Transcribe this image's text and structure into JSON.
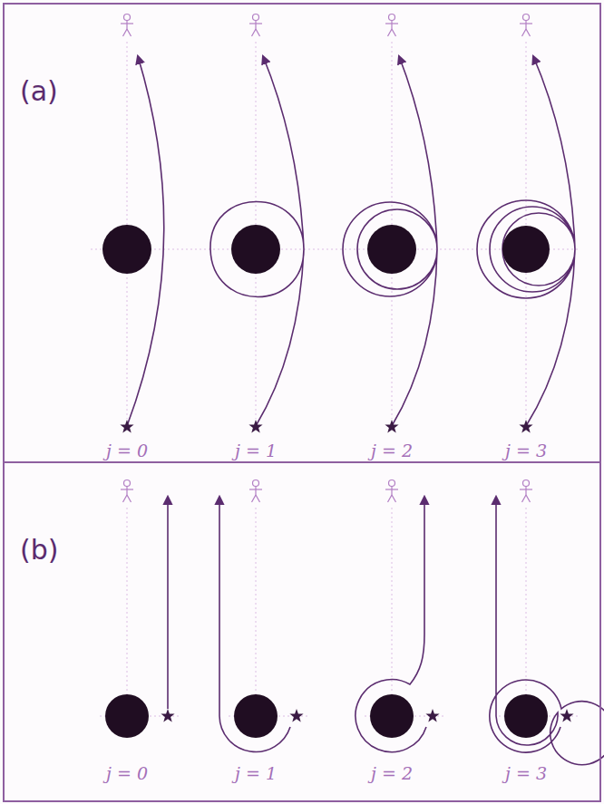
{
  "diagram": {
    "nodes": [
      {
        "text": [
          "(a)",
          "j = 0",
          "j = 1",
          "j = 2",
          "j = 3"
        ]
      },
      {
        "text": [
          "(b)",
          "j = 0",
          "j = 1",
          "j = 2",
          "j = 3"
        ]
      }
    ]
  }
}
